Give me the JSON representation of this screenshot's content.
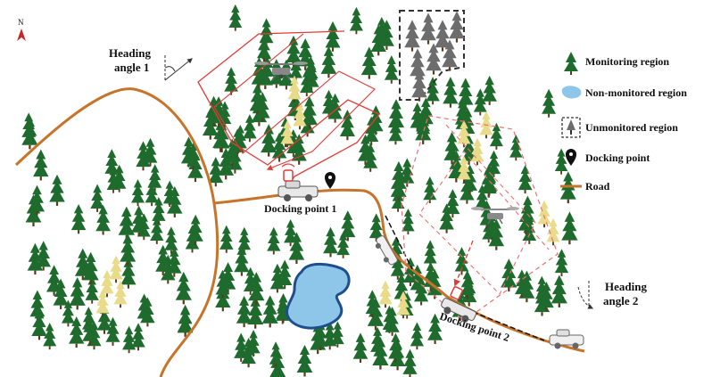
{
  "compass": {
    "label": "N",
    "arrow_color": "#c62828"
  },
  "heading1": {
    "line1": "Heading",
    "line2": "angle 1"
  },
  "heading2": {
    "line1": "Heading",
    "line2": "angle 2"
  },
  "docking1": {
    "label": "Docking point 1"
  },
  "docking2": {
    "label": "Docking point 2"
  },
  "legend": {
    "items": [
      {
        "label": "Monitoring region",
        "icon": "green-tree-icon",
        "color": "#1f6b2e"
      },
      {
        "label": "Non-monitored region",
        "icon": "blue-lake-icon",
        "color": "#6ea8dc"
      },
      {
        "label": "Unmonitored region",
        "icon": "grey-tree-box-icon",
        "color": "#777777"
      },
      {
        "label": "Docking point",
        "icon": "map-pin-icon",
        "color": "#111111"
      },
      {
        "label": "Road",
        "icon": "road-line-icon",
        "color": "#c8732a"
      }
    ]
  },
  "colors": {
    "tree": "#1f6b2e",
    "tree_dark": "#164f22",
    "tree_yellow": "#e8dc8a",
    "tree_grey": "#6d6d6d",
    "road": "#c8732a",
    "lake_fill": "#8ec6ea",
    "lake_stroke": "#1e4f8c",
    "path_red": "#e53935",
    "path_dashed": "#ef6f6f"
  }
}
